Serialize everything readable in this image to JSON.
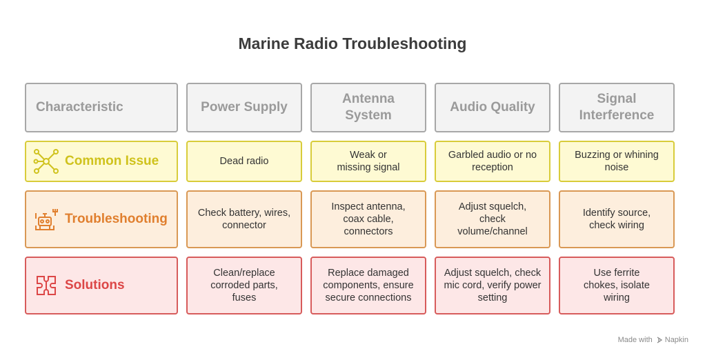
{
  "title": "Marine Radio Troubleshooting",
  "columns": [
    "Characteristic",
    "Power Supply",
    "Antenna System",
    "Audio Quality",
    "Signal Interference"
  ],
  "rows": [
    {
      "label": "Common Issue",
      "icon": "network-nodes-icon",
      "color": "#d8cc3a",
      "cells": [
        "Dead radio",
        "Weak or missing signal",
        "Garbled audio or no reception",
        "Buzzing or whining noise"
      ]
    },
    {
      "label": "Troubleshooting",
      "icon": "robot-tools-icon",
      "color": "#d99854",
      "cells": [
        "Check battery, wires, connector",
        "Inspect antenna, coax cable, connectors",
        "Adjust squelch, check volume/channel",
        "Identify source, check wiring"
      ]
    },
    {
      "label": "Solutions",
      "icon": "puzzle-piece-icon",
      "color": "#d75b5b",
      "cells": [
        "Clean/replace corroded parts, fuses",
        "Replace damaged components, ensure secure connections",
        "Adjust squelch, check mic cord, verify power setting",
        "Use ferrite chokes, isolate wiring"
      ]
    }
  ],
  "footer": {
    "made_with": "Made with",
    "brand": "Napkin"
  }
}
